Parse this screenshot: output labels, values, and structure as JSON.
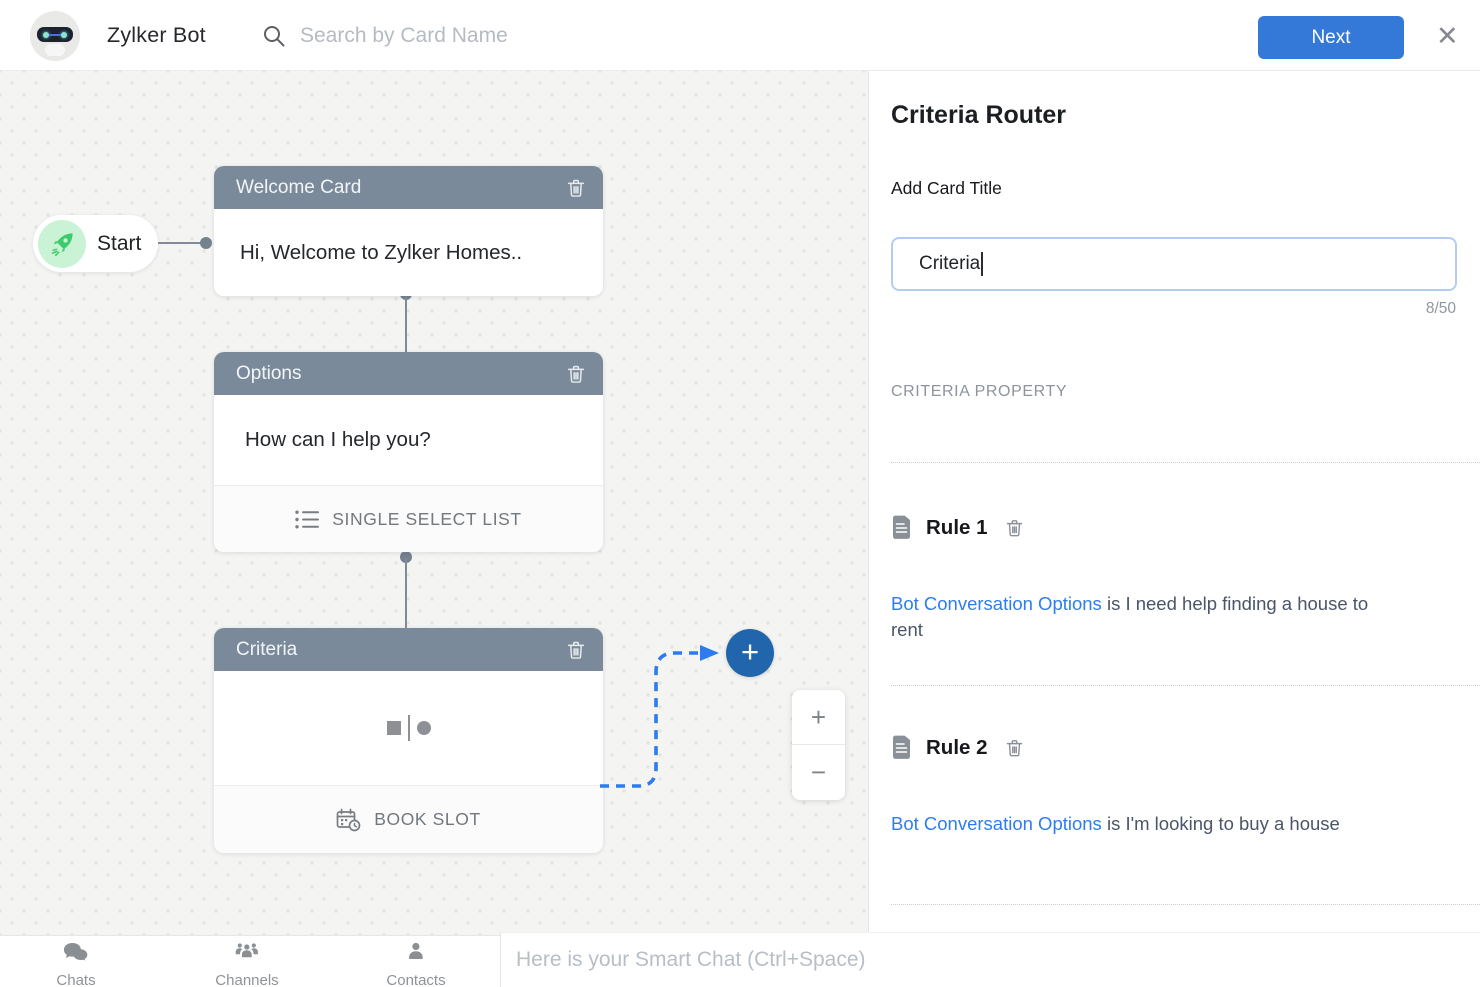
{
  "topbar": {
    "bot_name": "Zylker Bot",
    "search_placeholder": "Search by Card Name",
    "next_label": "Next",
    "close_glyph": "✕"
  },
  "canvas": {
    "start_label": "Start",
    "cards": {
      "welcome": {
        "title": "Welcome Card",
        "body": "Hi, Welcome to Zylker Homes.."
      },
      "options": {
        "title": "Options",
        "body": "How can I help you?",
        "footer": "SINGLE SELECT LIST"
      },
      "criteria": {
        "title": "Criteria",
        "footer": "BOOK SLOT"
      }
    },
    "add_node_glyph": "+",
    "zoom_in_glyph": "+",
    "zoom_out_glyph": "−"
  },
  "panel": {
    "title": "Criteria Router",
    "card_title_label": "Add Card Title",
    "card_title_value": "Criteria",
    "char_counter": "8/50",
    "section_label": "CRITERIA PROPERTY",
    "rules": [
      {
        "name": "Rule 1",
        "property": "Bot Conversation Options",
        "condition": "is I need help finding a house to rent"
      },
      {
        "name": "Rule 2",
        "property": "Bot Conversation Options",
        "condition": "is I'm looking to buy a house"
      }
    ]
  },
  "bottombar": {
    "tabs": [
      {
        "label": "Chats"
      },
      {
        "label": "Channels"
      },
      {
        "label": "Contacts"
      }
    ],
    "chat_placeholder": "Here is your Smart Chat (Ctrl+Space)"
  },
  "colors": {
    "accent_blue": "#3579d8",
    "link_blue": "#2e7cf2",
    "card_header_slate": "#7b8a9a",
    "plus_node_blue": "#2166ac",
    "connector_dashed_blue": "#2e7bf0",
    "start_green": "#3ecb6c"
  }
}
